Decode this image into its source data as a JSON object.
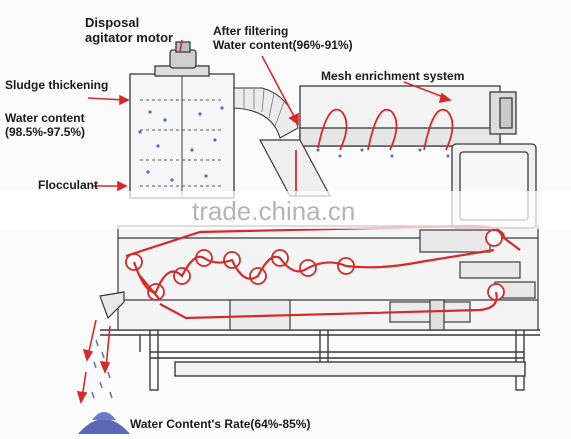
{
  "labels": {
    "disposal_line1": "Disposal",
    "disposal_line2": "agitator motor",
    "after_filtering_line1": "After filtering",
    "after_filtering_line2": "Water content(96%-91%)",
    "mesh_enrichment": "Mesh enrichment system",
    "sludge_thickening": "Sludge thickening",
    "water_content_line1": "Water content",
    "water_content_line2": "(98.5%-97.5%)",
    "flocculant": "Flocculant",
    "cake_rate": "Water Content's Rate(64%-85%)"
  },
  "watermark": "trade.china.cn",
  "colors": {
    "accent_red": "#d42a2a",
    "line_dark": "#3a3a3a",
    "droplet_blue": "#5b68b8"
  }
}
